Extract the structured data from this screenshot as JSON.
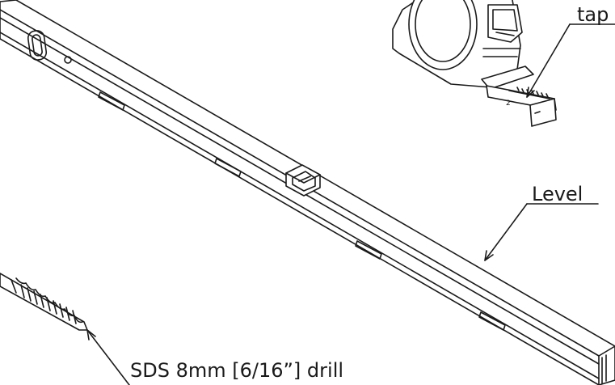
{
  "diagram": {
    "labels": {
      "tape": "tap",
      "level": "Level",
      "drill": "SDS 8mm [6/16”] drill"
    },
    "tape_blade_number": "2",
    "colors": {
      "line": "#1a1a1a",
      "background": "#ffffff"
    }
  }
}
